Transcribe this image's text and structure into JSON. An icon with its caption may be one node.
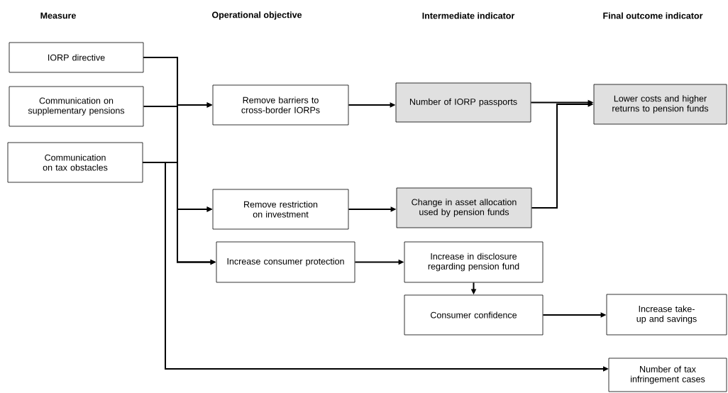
{
  "diagram": {
    "nodes": [
      {
        "text": [
          "IORP directive"
        ]
      },
      {
        "text": [
          "Communication on supplementary pensions"
        ]
      },
      {
        "text": [
          "Communication on tax obstacles"
        ]
      },
      {
        "text": [
          "Remove barriers to cross-border IORPs"
        ]
      },
      {
        "text": [
          "Remove restriction on investment"
        ]
      },
      {
        "text": [
          "Increase consumer protection"
        ]
      },
      {
        "text": [
          "Number of IORP passports"
        ]
      },
      {
        "text": [
          "Change in asset allocation used by pension funds"
        ]
      },
      {
        "text": [
          "Increase in disclosure regarding pension fund"
        ]
      },
      {
        "text": [
          "Consumer confidence"
        ]
      },
      {
        "text": [
          "Lower costs and higher returns to pension funds"
        ]
      },
      {
        "text": [
          "Increase take-up and savings"
        ]
      },
      {
        "text": [
          "Number of tax infringement cases"
        ]
      }
    ],
    "edges": [
      {
        "from": 0,
        "to": 3,
        "arrow": "to"
      },
      {
        "from": 0,
        "to": 4,
        "arrow": "to"
      },
      {
        "from": 0,
        "to": 5,
        "arrow": "to"
      },
      {
        "from": 1,
        "to": 3,
        "arrow": "to"
      },
      {
        "from": 2,
        "to": 4,
        "arrow": "to"
      },
      {
        "from": 2,
        "to": 5,
        "arrow": "to"
      },
      {
        "from": 2,
        "to": 12,
        "arrow": "to"
      },
      {
        "from": 3,
        "to": 6,
        "arrow": "to"
      },
      {
        "from": 4,
        "to": 7,
        "arrow": "to"
      },
      {
        "from": 5,
        "to": 8,
        "arrow": "to"
      },
      {
        "from": 8,
        "to": 9,
        "arrow": "to"
      },
      {
        "from": 9,
        "to": 11,
        "arrow": "to"
      },
      {
        "from": 6,
        "to": 10,
        "arrow": "to"
      },
      {
        "from": 7,
        "to": 10,
        "arrow": "to"
      }
    ],
    "labels": [
      "Measure",
      "Operational objective",
      "Intermediate indicator",
      "Final outcome indicator"
    ]
  }
}
